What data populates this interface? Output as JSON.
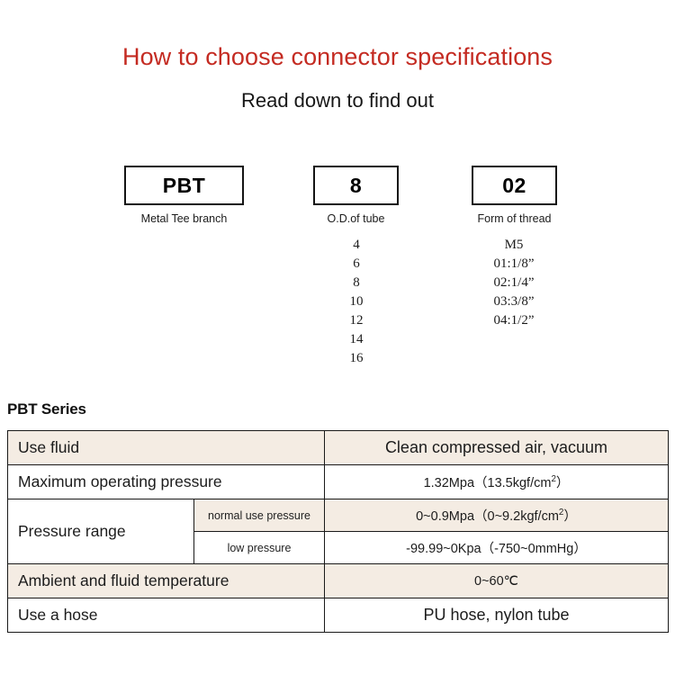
{
  "header": {
    "title": "How to choose connector specifications",
    "subtitle": "Read down to find out"
  },
  "code_boxes": [
    {
      "code": "PBT",
      "caption": "Metal Tee branch"
    },
    {
      "code": "8",
      "caption": "O.D.of tube"
    },
    {
      "code": "02",
      "caption": "Form of thread"
    }
  ],
  "option_lists": {
    "tube_sizes": [
      "4",
      "6",
      "8",
      "10",
      "12",
      "14",
      "16"
    ],
    "thread_forms": [
      "M5",
      "01:1/8”",
      "02:1/4”",
      "03:3/8”",
      "04:1/2”"
    ]
  },
  "series_heading": "PBT Series",
  "spec_table": {
    "rows": [
      {
        "label": "Use fluid",
        "value_main": "Clean compressed air, vacuum"
      },
      {
        "label": "Maximum operating pressure",
        "value_num": "1.32Mpa（13.5kgf/cm",
        "value_sup": "2",
        "value_tail": "）"
      },
      {
        "label": "Pressure range",
        "sub_label_1": "normal use pressure",
        "sub_value_1_num": "0~0.9Mpa（0~9.2kgf/cm",
        "sub_value_1_sup": "2",
        "sub_value_1_tail": "）",
        "sub_label_2": "low pressure",
        "sub_value_2": "-99.99~0Kpa（-750~0mmHg）"
      },
      {
        "label": "Ambient and fluid temperature",
        "value_temp": "0~60℃"
      },
      {
        "label": "Use a hose",
        "value_hose": "PU hose, nylon tube"
      }
    ]
  },
  "colors": {
    "title_red": "#c42b22",
    "table_beige": "#f4ece3",
    "border": "#1a1a1a",
    "text": "#1c1c1c"
  }
}
